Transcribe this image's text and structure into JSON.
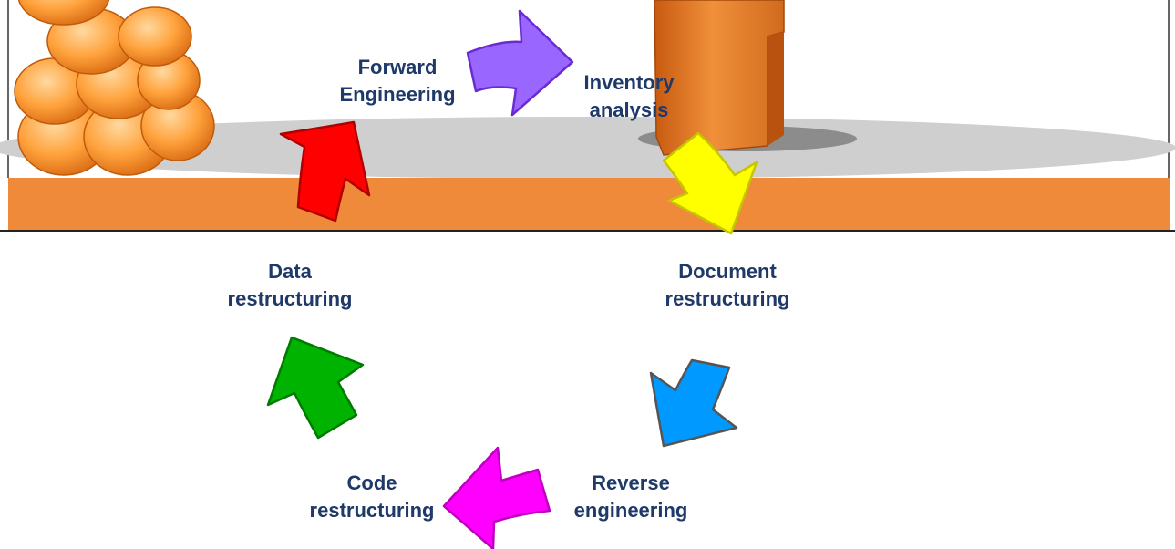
{
  "steps": [
    {
      "id": "forward-engineering",
      "lines": [
        "Forward",
        "Engineering"
      ],
      "arrow_color": "#9966ff"
    },
    {
      "id": "inventory-analysis",
      "lines": [
        "Inventory",
        "analysis"
      ],
      "arrow_color": "#ffff00"
    },
    {
      "id": "document-restructuring",
      "lines": [
        "Document",
        "restructuring"
      ],
      "arrow_color": "#0099ff"
    },
    {
      "id": "reverse-engineering",
      "lines": [
        "Reverse",
        "engineering"
      ],
      "arrow_color": "#ff00ff"
    },
    {
      "id": "code-restructuring",
      "lines": [
        "Code",
        "restructuring"
      ],
      "arrow_color": "#00b300"
    },
    {
      "id": "data-restructuring",
      "lines": [
        "Data",
        "restructuring"
      ],
      "arrow_color": "#ff0000"
    }
  ],
  "colors": {
    "label_text": "#1f3a68",
    "floor_orange": "#ef8a3a",
    "scene_background": "#ffffff",
    "shadow": "#c8c8c8"
  }
}
